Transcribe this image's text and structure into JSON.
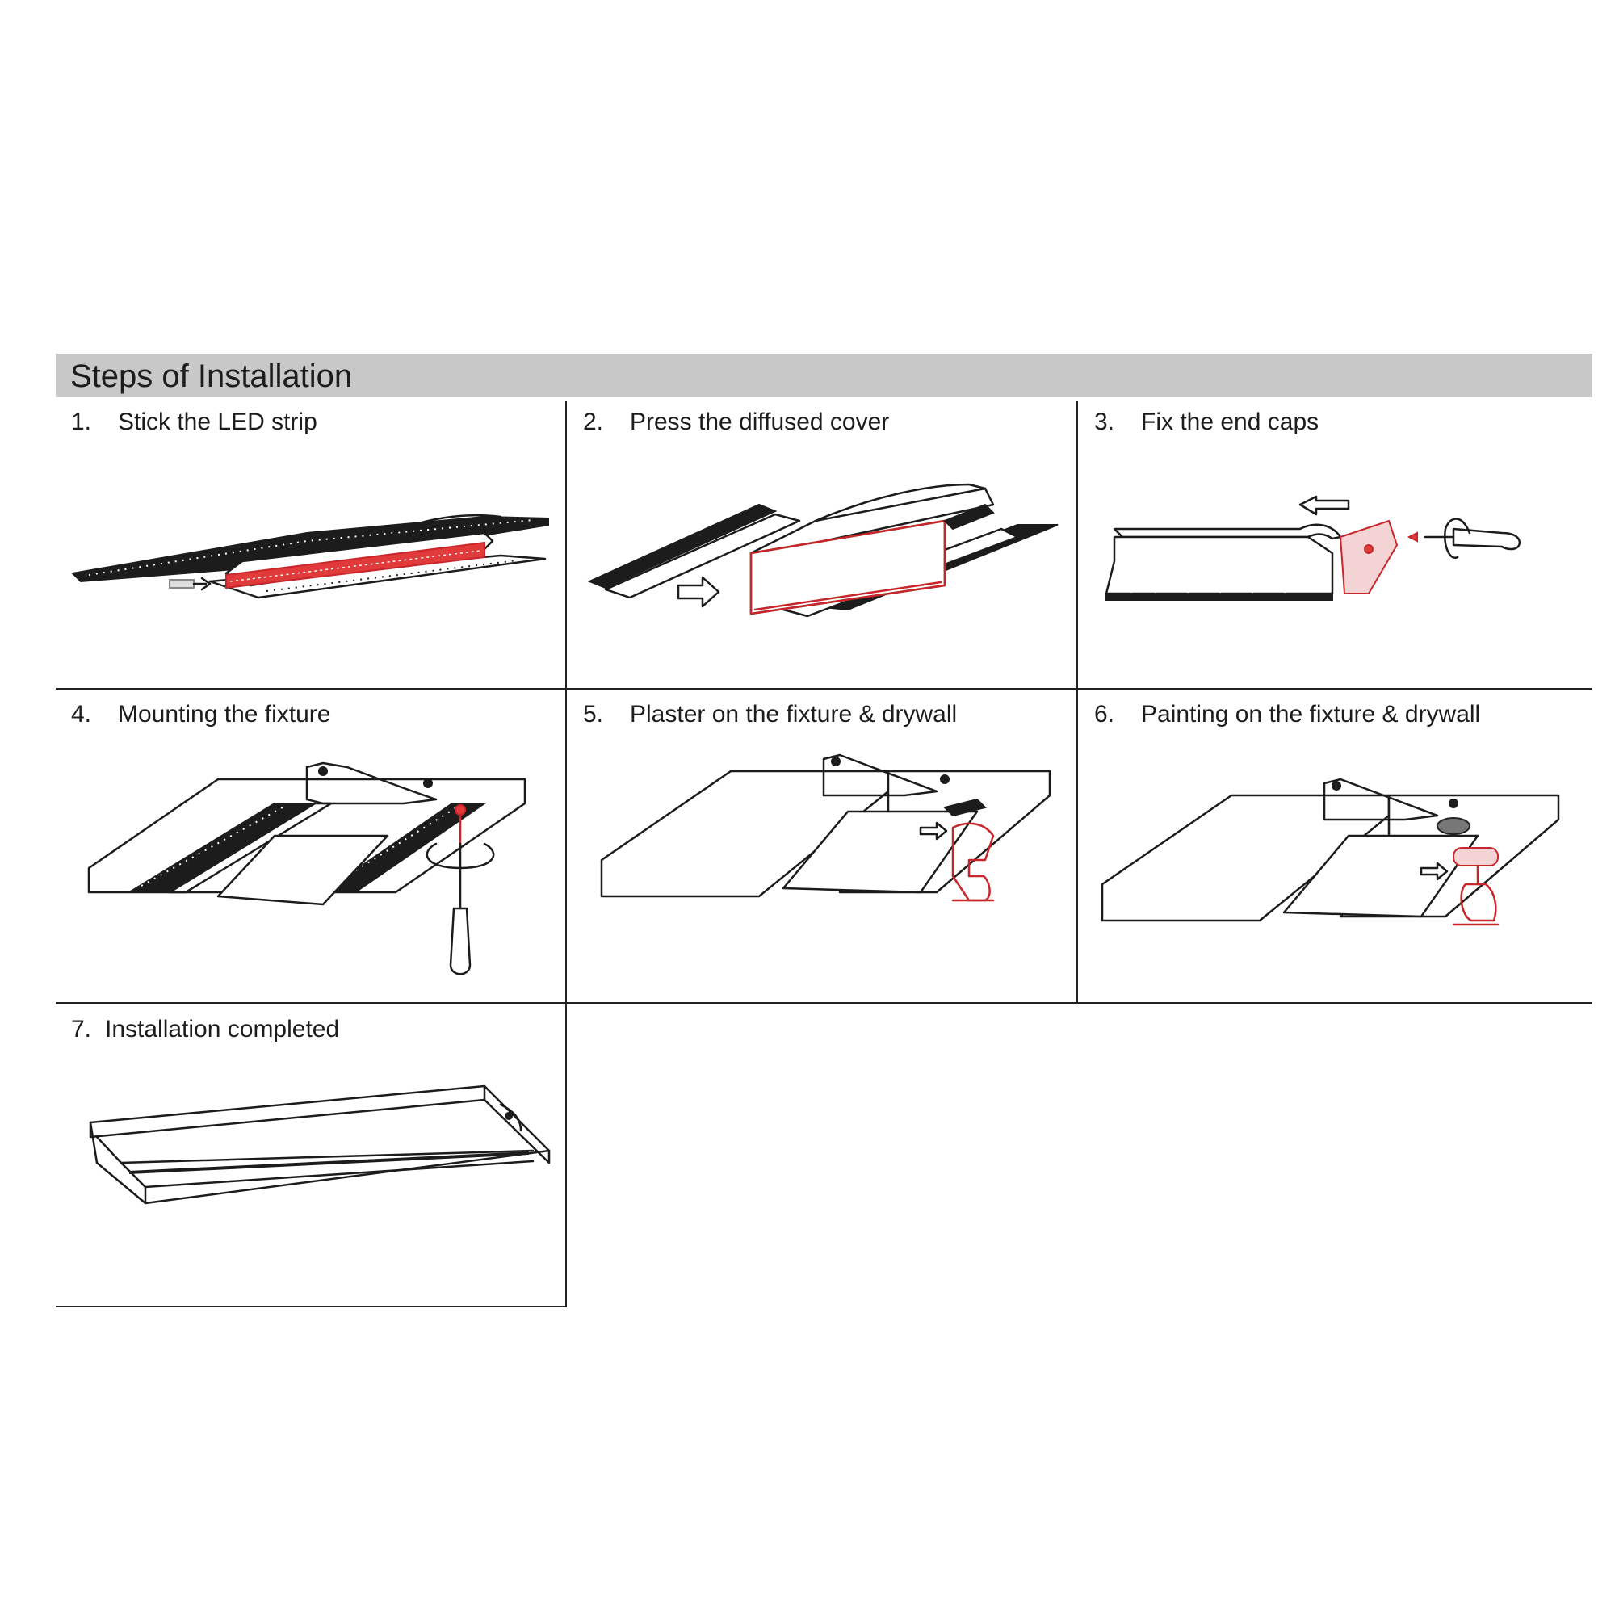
{
  "header": {
    "title": "Steps of Installation"
  },
  "steps": [
    {
      "number": "1.",
      "label": "Stick the LED strip"
    },
    {
      "number": "2.",
      "label": "Press the diffused cover"
    },
    {
      "number": "3.",
      "label": "Fix the end caps"
    },
    {
      "number": "4.",
      "label": "Mounting the fixture"
    },
    {
      "number": "5.",
      "label": "Plaster on the fixture & drywall"
    },
    {
      "number": "6.",
      "label": "Painting on the fixture & drywall"
    },
    {
      "number": "7.",
      "label": "Installation completed"
    }
  ],
  "colors": {
    "accent_red": "#c8262a",
    "header_bar": "#c8c8c8",
    "line": "#222222"
  }
}
